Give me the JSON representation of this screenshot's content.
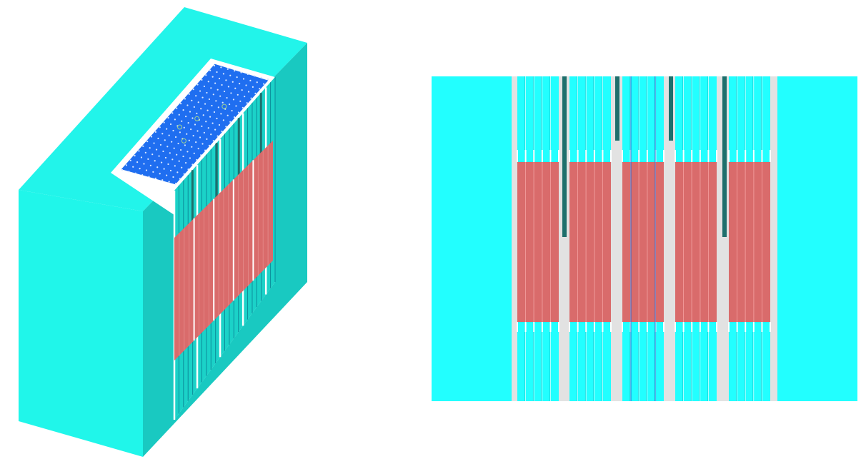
{
  "views": [
    {
      "id": "isometric",
      "kind": "3d-cutaway"
    },
    {
      "id": "front",
      "kind": "elevation"
    }
  ],
  "colors": {
    "background": "#ffffff",
    "reflector_front": "#20f6ea",
    "reflector_top": "#22f4ea",
    "reflector_side": "#19c9c1",
    "reflector_bright": "#22ffff",
    "fuel": "#d96b6b",
    "coolant_top": "#1f6ef0",
    "gap": "#e0e0e0",
    "control_rod": "#1e6f6c",
    "rod_line": "#0d8c9a",
    "blue_line": "#2a6bd6"
  },
  "front_view": {
    "assemblies": 5,
    "fuel_rods_per_assembly": 5,
    "control_rods": 4
  }
}
